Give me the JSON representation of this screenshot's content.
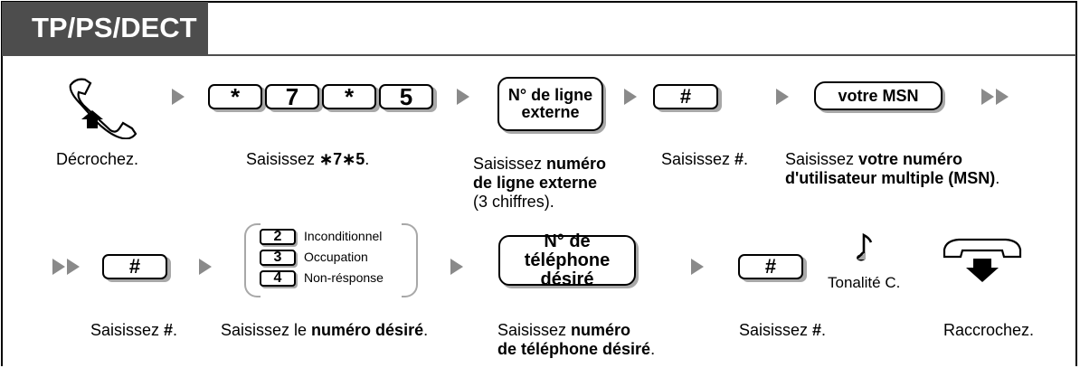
{
  "header": {
    "title": "TP/PS/DECT"
  },
  "row1": {
    "code_keys": [
      "*",
      "7",
      "*",
      "5"
    ],
    "line_box": "N° de ligne externe",
    "hash": "#",
    "msn_box": "votre MSN"
  },
  "row2": {
    "hash": "#",
    "options": [
      {
        "key": "2",
        "label": "Inconditionnel"
      },
      {
        "key": "3",
        "label": "Occupation"
      },
      {
        "key": "4",
        "label": "Non-résponse"
      }
    ],
    "phone_box": "N° de téléphone désiré",
    "hash2": "#",
    "tone": "Tonalité C."
  },
  "captions": {
    "c1": "Décrochez.",
    "c2_pre": "Saisissez ",
    "c2_code": "∗7∗5",
    "c2_post": ".",
    "c3_pre": "Saisissez ",
    "c3_bold1": "numéro",
    "c3_bold2": "de ligne externe",
    "c3_post": "(3 chiffres).",
    "c4_pre": "Saisissez ",
    "c4_bold": "#",
    "c4_post": ".",
    "c5_pre": "Saisissez ",
    "c5_bold1": "votre numéro",
    "c5_bold2": "d'utilisateur multiple (MSN)",
    "c5_post": ".",
    "d1_pre": "Saisissez ",
    "d1_bold": "#",
    "d1_post": ".",
    "d2_pre": "Saisissez le ",
    "d2_bold": "numéro désiré",
    "d2_post": ".",
    "d3_pre": "Saisissez ",
    "d3_bold1": "numéro",
    "d3_bold2": "de téléphone désiré",
    "d3_post": ".",
    "d4_pre": "Saisissez ",
    "d4_bold": "#",
    "d4_post": ".",
    "d5": "Raccrochez."
  }
}
